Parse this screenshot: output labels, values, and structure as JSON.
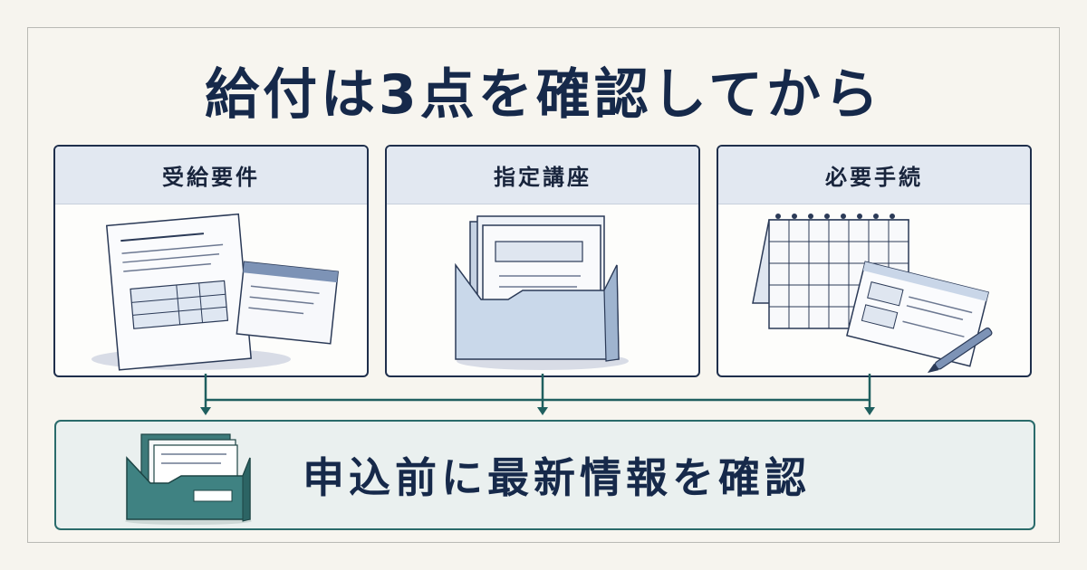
{
  "title": "給付は3点を確認してから",
  "cards": [
    {
      "label": "受給要件",
      "icon": "documents-icon"
    },
    {
      "label": "指定講座",
      "icon": "folder-icon"
    },
    {
      "label": "必要手続",
      "icon": "calendar-form-icon"
    }
  ],
  "result": {
    "label": "申込前に最新情報を確認",
    "icon": "file-box-icon"
  },
  "colors": {
    "navy": "#16294a",
    "teal": "#2a6b6b",
    "card_header": "#e2e8f1",
    "background": "#f6f4ee"
  }
}
